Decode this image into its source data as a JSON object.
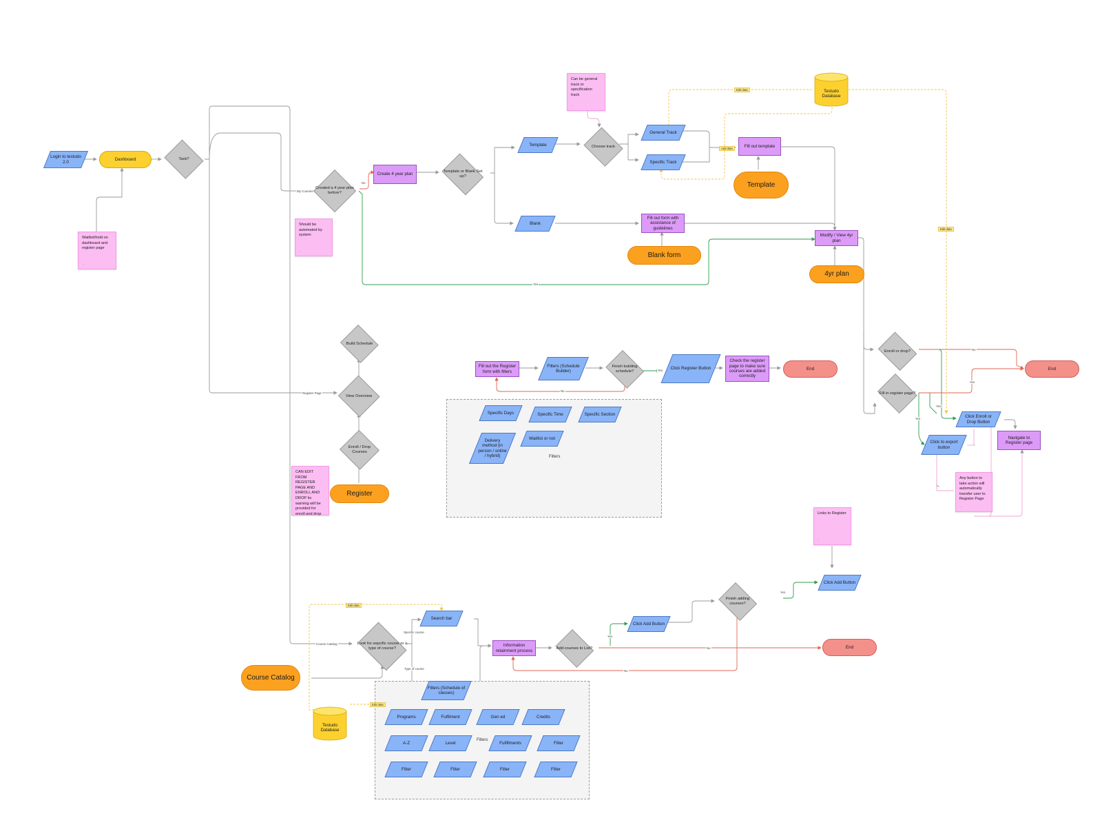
{
  "colors": {
    "io_shape": "#8ab4f8",
    "process": "#dc9bf8",
    "decision": "#c7c7c7",
    "start": "#fcd12f",
    "end": "#f4908a",
    "section_label": "#fba11f",
    "note": "#fbbdf2",
    "database": "#fcd12f",
    "edge_default": "#9a9a9a",
    "edge_yes": "#2e9e4f",
    "edge_no": "#e2654f",
    "edge_data": "#f5c542"
  },
  "nodes": {
    "login": "Login to testudo 2.0",
    "dashboard": "Dashboard",
    "task": "Task?",
    "waitlist_note": "Waitlist/hold on dashboard and register page",
    "created_4yr": "Created a 4 year plan before?",
    "automated_note": "Should be automated by system",
    "create_plan": "Create 4 year plan",
    "template_or_blank": "Template or Blank Set up?",
    "template_io": "Template",
    "blank_io": "Blank",
    "general_note": "Can be general track or specification track",
    "choose_track": "Choose track",
    "general_track": "General Track",
    "specific_track": "Specific Track",
    "fill_template": "Fill out template",
    "template_section": "Template",
    "fill_form": "Fill out form with assistance of guidelines",
    "blank_form_section": "Blank form",
    "db_top": "Testudo Database",
    "modify_plan": "Modify / View 4yr plan",
    "plan_section": "4yr plan",
    "build_schedule": "Build Schedule",
    "view_overview": "View Overview",
    "enroll_drop_courses": "Enroll / Drop Courses",
    "register_section": "Register",
    "can_edit_note": "CAN EDIT FROM REGISTER PAGE AND ENROLL AND DROP bc warning will be provided for enroll and drop",
    "fill_register_form": "Fill out the Register form with filters",
    "filters_schedule_builder": "Filters (Schedule Builder)",
    "finish_building": "Finish building schedule?",
    "click_register": "Click Register Button",
    "check_register_page": "Check the register page to make sure courses are added correctly",
    "end_register": "End",
    "enroll_or_drop": "Enroll or drop?",
    "end_right": "End",
    "fill_in_register": "Fill in register page?",
    "click_enroll_drop": "Click Enroll or Drop Button",
    "click_export": "Click to export button",
    "navigate_register": "Navigate to Register page",
    "any_button_note": "Any button to take action will automatically transfer user to Register Page",
    "links_note": "Links to Register",
    "click_add_button_right": "Click Add Button",
    "finish_adding": "Finish adding courses?",
    "click_add_button_mid": "Click Add Button",
    "add_courses": "Add courses to List?",
    "information_retainment": "Information retainment process",
    "end_catalog": "End",
    "search_bar": "Search bar",
    "look_for": "Look for sepcific course or a type of course?",
    "course_catalog_section": "Course Catalog",
    "filters_schedule_classes": "Filters (Schedule of classes)",
    "db_bottom": "Testudo Database"
  },
  "filter_panel_register": {
    "label": "Filters",
    "items": [
      "Specific Days",
      "Specific Time",
      "Specific Section",
      "Delivery method (in person / online / hybrid)",
      "Waitlist or not"
    ]
  },
  "filter_panel_catalog": {
    "label": "Filters",
    "items": [
      "Programs",
      "Fulfilment",
      "Gen ed",
      "Credits",
      "A-Z",
      "Level",
      "Fulfillments",
      "Filter",
      "Filter",
      "Filter",
      "Filter",
      "Filter"
    ]
  },
  "edge_labels": {
    "my_courses": "My Courses",
    "register_page": "Register Page",
    "course_catalog": "Course Catalog",
    "no_created": "No",
    "yes_created": "Yes",
    "yes_finish_building": "Yes",
    "no_finish_building": "No",
    "no_enroll": "No",
    "yes_enroll": "Yes",
    "yes_fill_in": "Yes",
    "yes_fill_in_2": "Yes",
    "yes_finish_adding": "Yes",
    "yes_add": "Yes",
    "no_add": "No",
    "no_finish_adding": "No",
    "specific_course": "Specific course",
    "type_of_course": "Type of course"
  },
  "data_tags": {
    "edit_data_top": "Edit data",
    "add_data": "Add data",
    "edit_data_right": "Edit data",
    "edit_data_catalog": "Edit data",
    "edit_data_filters": "Edit data"
  },
  "sticky_footer": "..."
}
